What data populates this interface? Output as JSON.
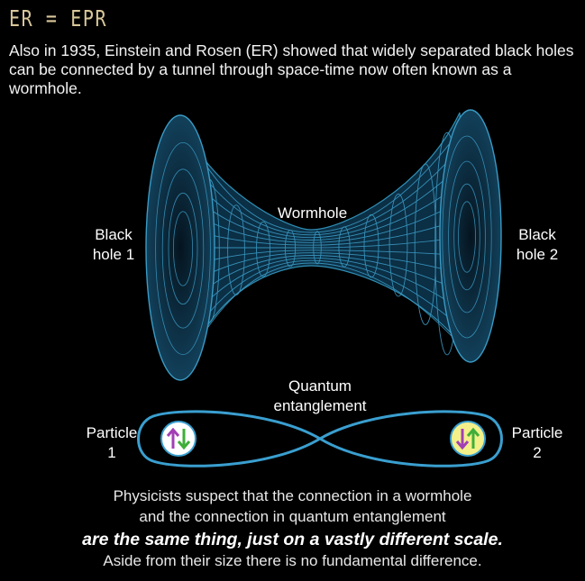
{
  "title": "ER = EPR",
  "intro": "Also in 1935, Einstein and Rosen (ER) showed that widely separated black holes can be connected by a tunnel through space-time now often known as a wormhole.",
  "labels": {
    "wormhole": "Wormhole",
    "black_hole_1_line1": "Black",
    "black_hole_1_line2": "hole 1",
    "black_hole_2_line1": "Black",
    "black_hole_2_line2": "hole 2",
    "entanglement_line1": "Quantum",
    "entanglement_line2": "entanglement",
    "particle_1_line1": "Particle",
    "particle_1_line2": "1",
    "particle_2_line1": "Particle",
    "particle_2_line2": "2"
  },
  "caption": {
    "line1": "Physicists suspect that the connection in a wormhole",
    "line2": "and the connection in quantum entanglement",
    "line3_bold": "are the same thing, just on a vastly different scale.",
    "line4": "Aside from their size there is no fundamental difference."
  },
  "colors": {
    "background": "#000000",
    "title": "#d9c79a",
    "wormhole_mesh": "#2f8fb5",
    "wormhole_fill": "#0b2f45",
    "loop_stroke": "#3a9fd0",
    "particle_1_fill": "#ffffff",
    "particle_2_fill": "#f3f08a",
    "arrow_up": "#a23fb5",
    "arrow_down": "#3fae3a"
  },
  "icons": {
    "particle_1": "up-down-spin-arrows-icon",
    "particle_2": "down-up-spin-arrows-icon"
  }
}
